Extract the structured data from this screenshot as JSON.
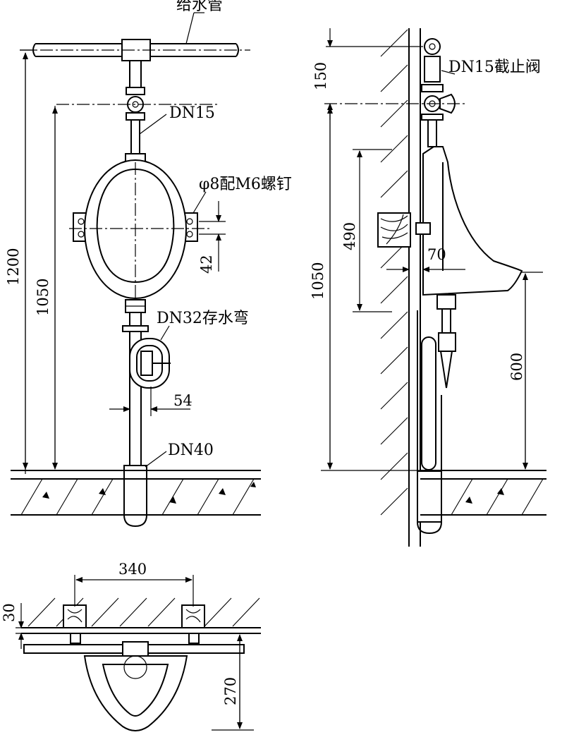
{
  "labels": {
    "supply_pipe": "给水管",
    "dn15": "DN15",
    "dn15_valve": "DN15截止阀",
    "screw": "φ8配M6螺钉",
    "trap": "DN32存水弯",
    "dn40": "DN40"
  },
  "dimensions": {
    "d1200": "1200",
    "d1050_front": "1050",
    "d42": "42",
    "d54": "54",
    "d150": "150",
    "d1050_side": "1050",
    "d490": "490",
    "d70": "70",
    "d600": "600",
    "d340": "340",
    "d30": "30",
    "d270": "270"
  }
}
